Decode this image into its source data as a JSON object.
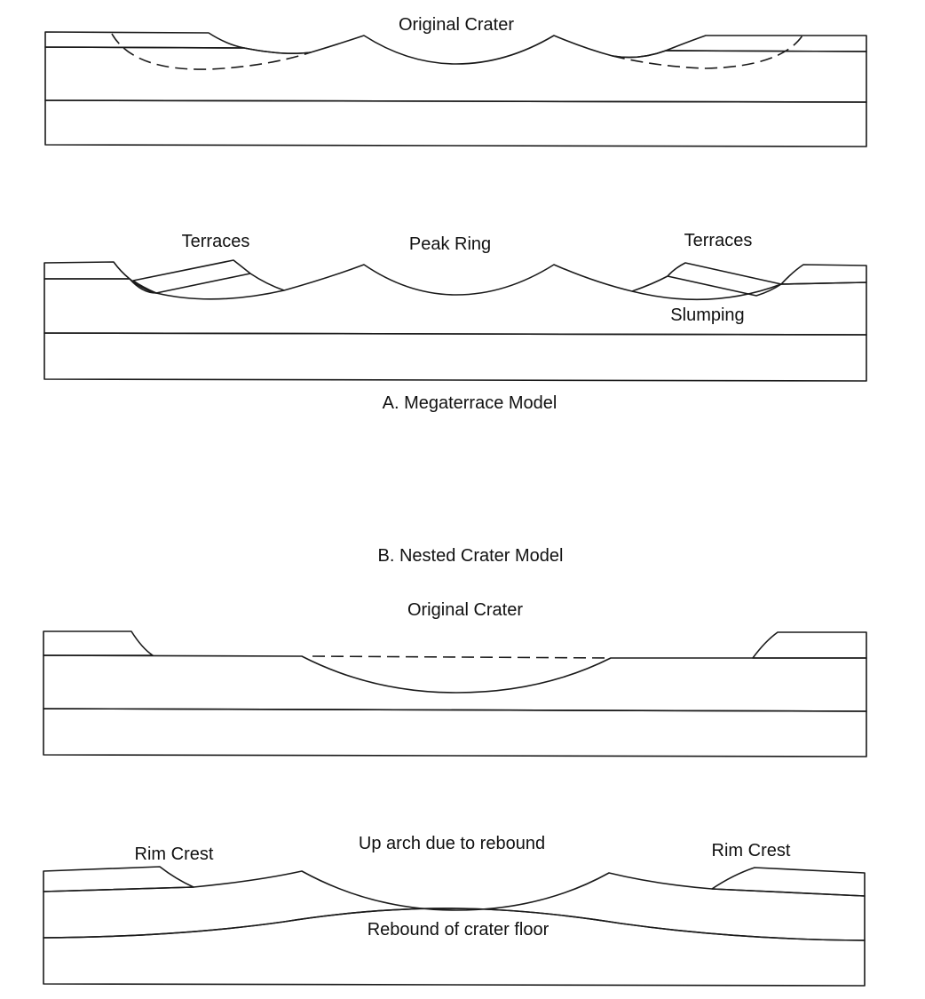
{
  "colors": {
    "top_layer": "#fbd3bd",
    "middle_layer": "#c1fad8",
    "bottom_layer": "#bff6fb",
    "line": "#1a1a1a"
  },
  "labels": {
    "panel1_title": "Original Crater",
    "panel2_terraces_left": "Terraces",
    "panel2_peak_ring": "Peak Ring",
    "panel2_terraces_right": "Terraces",
    "panel2_slumping": "Slumping",
    "model_a_caption": "A.  Megaterrace Model",
    "model_b_caption": "B. Nested Crater Model",
    "panel3_title": "Original Crater",
    "panel4_rim_crest_left": "Rim Crest",
    "panel4_up_arch": "Up arch due to rebound",
    "panel4_rim_crest_right": "Rim Crest",
    "panel4_rebound": "Rebound of crater floor"
  }
}
